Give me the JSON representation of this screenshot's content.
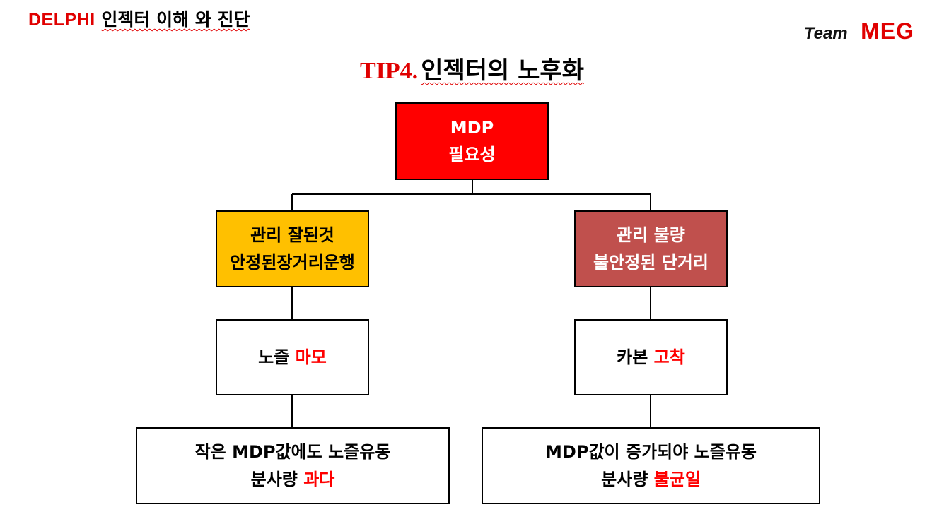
{
  "header": {
    "brand": "DELPHI",
    "subtitle": "인젝터 이해 와 진단",
    "team": "Team",
    "team_name": "MEG"
  },
  "title": {
    "tip": "TIP4.",
    "text": "인젝터의 노후화"
  },
  "diagram": {
    "root": {
      "line1": "MDP",
      "line2": "필요성",
      "bg": "#ff0000",
      "text_color": "#ffffff"
    },
    "left": {
      "category": {
        "line1": "관리 잘된것",
        "line2": "안정된장거리운행",
        "bg": "#ffc000"
      },
      "effect": {
        "prefix": "노즐 ",
        "highlight": "마모"
      },
      "result": {
        "line1": "작은 MDP값에도 노즐유동",
        "line2_prefix": "분사량 ",
        "line2_highlight": "과다"
      }
    },
    "right": {
      "category": {
        "line1": "관리 불량",
        "line2": "불안정된 단거리",
        "bg": "#c0504d",
        "text_color": "#ffffff"
      },
      "effect": {
        "prefix": "카본 ",
        "highlight": "고착"
      },
      "result": {
        "line1": "MDP값이 증가되야 노즐유동",
        "line2_prefix": "분사량 ",
        "line2_highlight": "불균일"
      }
    },
    "highlight_color": "#ff0000"
  }
}
